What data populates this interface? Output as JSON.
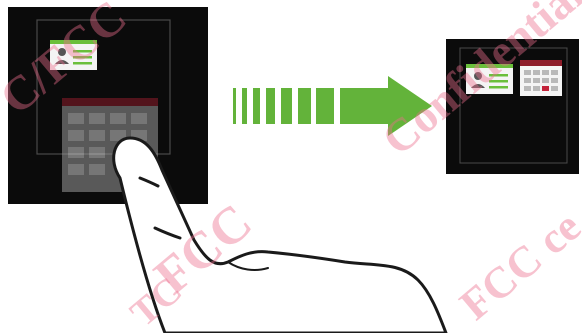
{
  "illustration": {
    "description_icons": [
      "contact-card-icon",
      "calendar-icon"
    ],
    "colors": {
      "screen_bg": "#0b0b0b",
      "card_green": "#6abf3b",
      "calendar_header": "#8e1d2a",
      "arrow_green": "#63b33a",
      "highlight_day": "#c3243b",
      "watermark": "#eb6e8c"
    }
  },
  "watermark": {
    "text_1": "C/FCC",
    "text_2": "Confidential",
    "text_3": "FCC",
    "text_4": "FCC ce",
    "text_5": "TC"
  }
}
